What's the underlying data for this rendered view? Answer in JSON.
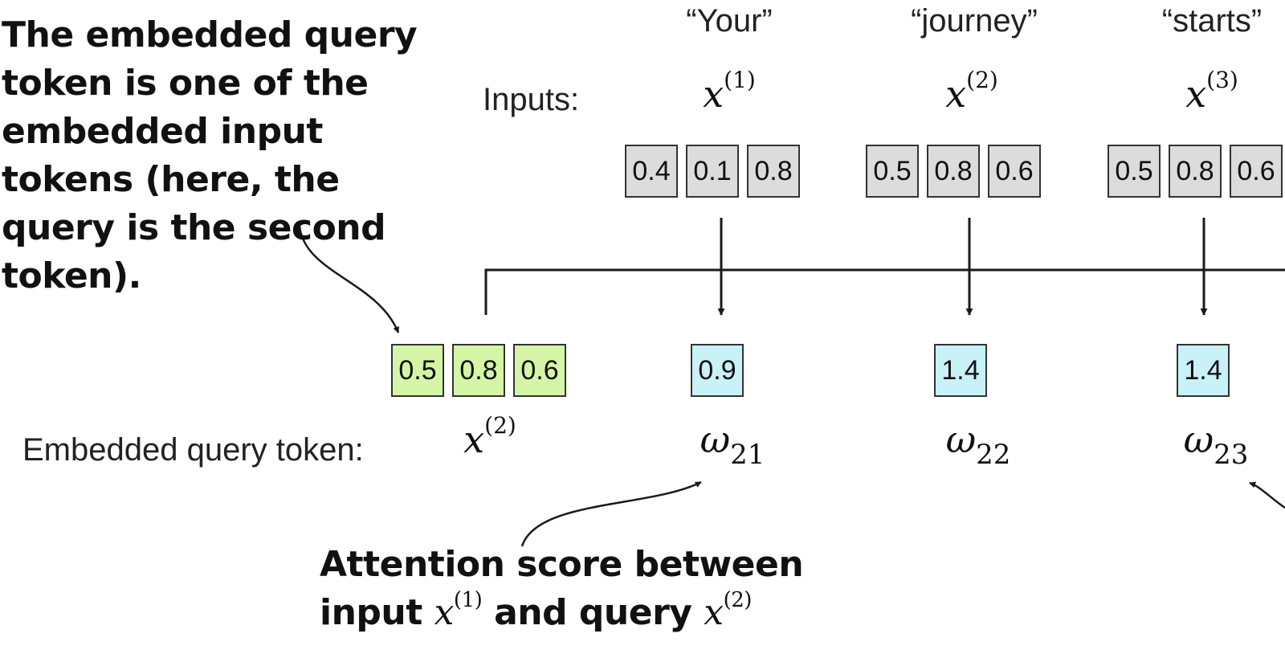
{
  "annotations": {
    "query_note": "The embedded query token is one of the embedded input tokens (here, the query is the second token).",
    "score_note": {
      "prefix": "Attention score between input",
      "input_var": "x",
      "input_index": "(1)",
      "middle": "and query",
      "query_var": "x",
      "query_index": "(2)"
    }
  },
  "inputs_label": "Inputs:",
  "query_label": "Embedded query token:",
  "tokens": [
    {
      "word": "“Your”",
      "var": "x",
      "index": "(1)",
      "values": [
        "0.4",
        "0.1",
        "0.8"
      ],
      "score_var": "ω",
      "score_index": "21",
      "score": "0.9"
    },
    {
      "word": "“journey”",
      "var": "x",
      "index": "(2)",
      "values": [
        "0.5",
        "0.8",
        "0.6"
      ],
      "score_var": "ω",
      "score_index": "22",
      "score": "1.4"
    },
    {
      "word": "“starts”",
      "var": "x",
      "index": "(3)",
      "values": [
        "0.5",
        "0.8",
        "0.6"
      ],
      "score_var": "ω",
      "score_index": "23",
      "score": "1.4"
    }
  ],
  "query": {
    "var": "x",
    "index": "(2)",
    "values": [
      "0.5",
      "0.8",
      "0.6"
    ]
  },
  "colors": {
    "input_fill": "#dcdcdc",
    "query_fill": "#d4f5a6",
    "score_fill": "#c9f1f8",
    "line": "#1a1a1a"
  }
}
